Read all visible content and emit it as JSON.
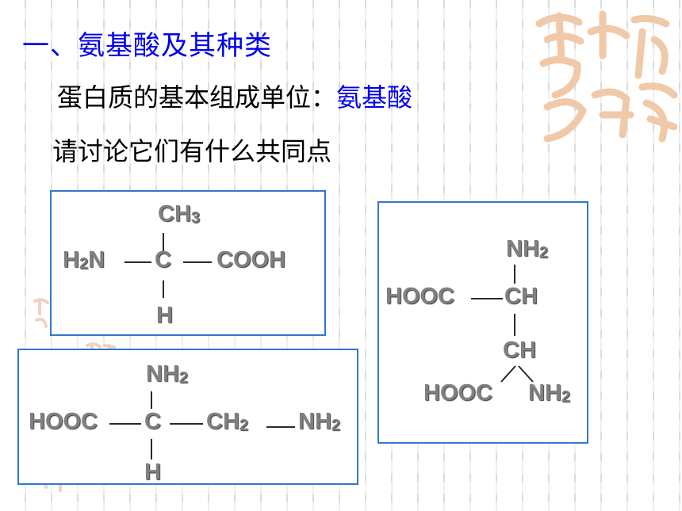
{
  "heading": "一、氨基酸及其种类",
  "intro": {
    "prefix": "蛋白质的基本组成单位：",
    "highlight": "氨基酸"
  },
  "question": "请讨论它们有什么共同点",
  "colors": {
    "heading": "#0000ee",
    "box_border": "#2f77d0",
    "formula_text": "#808080",
    "seal": "#f0c9a8"
  },
  "molecule1": {
    "top": "CH",
    "top_sub": "3",
    "left": "H",
    "left_sub": "2",
    "left_tail": "N",
    "center": "C",
    "right": "COOH",
    "bottom": "H"
  },
  "molecule2": {
    "top": "NH",
    "top_sub": "2",
    "left": "HOOC",
    "center": "C",
    "mid": "CH",
    "mid_sub": "2",
    "right": "NH",
    "right_sub": "2",
    "bottom": "H"
  },
  "molecule3": {
    "top": "NH",
    "top_sub": "2",
    "left": "HOOC",
    "ch1": "CH",
    "ch2": "CH",
    "bottom_left": "HOOC",
    "bottom_right": "NH",
    "bottom_right_sub": "2"
  },
  "icons": {
    "large_seal": "auspicious-seal-icon",
    "small_seal": "auspicious-seal-icon"
  }
}
